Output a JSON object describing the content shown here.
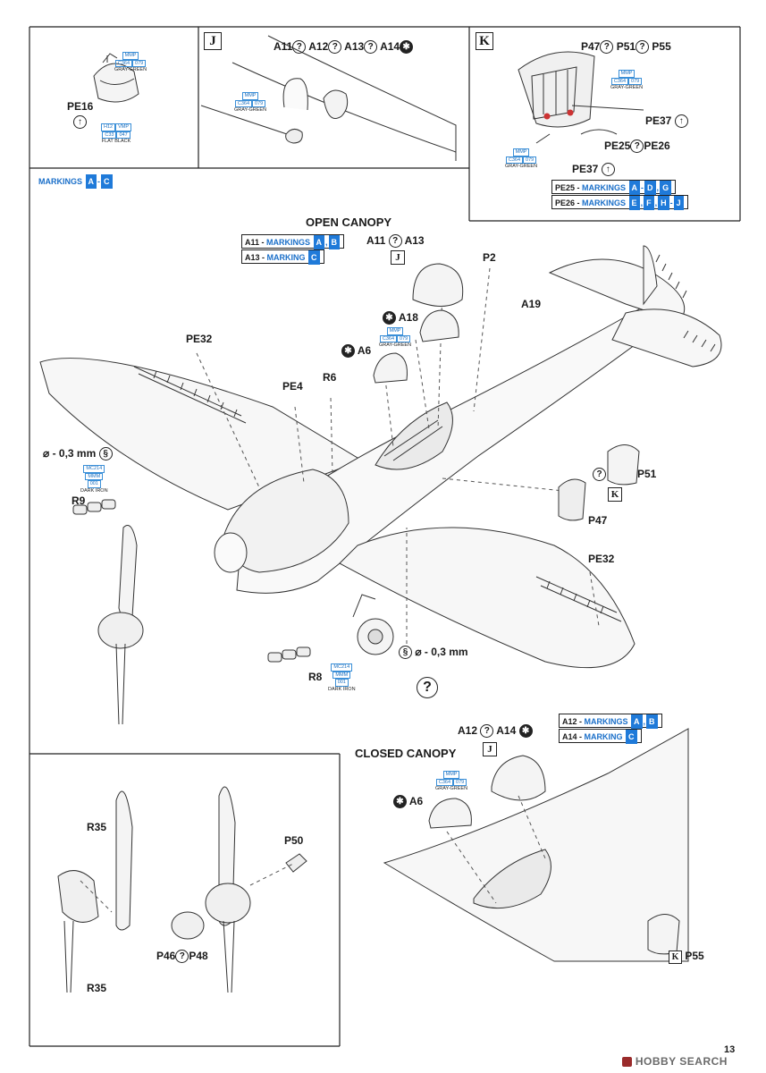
{
  "top_left_panel": {
    "part": "PE16",
    "color1": {
      "code": "C364",
      "mmp": "MMP",
      "num": "079",
      "name": "GRAY-GREEN"
    },
    "color2": {
      "code": "C33",
      "h": "H12",
      "vmp": "VMP",
      "num": "047",
      "name": "FLAT BLACK"
    }
  },
  "panel_j": {
    "letter": "J",
    "parts": [
      "A11",
      "A12",
      "A13",
      "A14"
    ],
    "color": {
      "code": "C364",
      "mmp": "MMP",
      "num": "079",
      "name": "GRAY-GREEN"
    }
  },
  "panel_k": {
    "letter": "K",
    "parts": [
      "P47",
      "P51",
      "P55"
    ],
    "pe37_a": "PE37",
    "pe37_b": "PE37",
    "pe25_26": [
      "PE25",
      "PE26"
    ],
    "color1": {
      "code": "C364",
      "mmp": "MMP",
      "num": "079",
      "name": "GRAY-GREEN"
    },
    "color2": {
      "code": "C364",
      "mmp": "MMP",
      "num": "079",
      "name": "GRAY-GREEN"
    },
    "markings": [
      {
        "part": "PE25",
        "text": "MARKINGS",
        "tags": [
          "A",
          "D",
          "G"
        ]
      },
      {
        "part": "PE26",
        "text": "MARKINGS",
        "tags": [
          "E",
          "F",
          "H",
          "J"
        ]
      }
    ]
  },
  "markings_header": {
    "text": "MARKINGS",
    "tags": [
      "A",
      "C"
    ]
  },
  "main": {
    "open_canopy_title": "OPEN CANOPY",
    "closed_canopy_title": "CLOSED CANOPY",
    "open_markings": [
      {
        "part": "A11",
        "text": "MARKINGS",
        "tags": [
          "A",
          "B"
        ]
      },
      {
        "part": "A13",
        "text": "MARKING",
        "tags": [
          "C"
        ]
      }
    ],
    "closed_markings": [
      {
        "part": "A12",
        "text": "MARKINGS",
        "tags": [
          "A",
          "B"
        ]
      },
      {
        "part": "A14",
        "text": "MARKING",
        "tags": [
          "C"
        ]
      }
    ],
    "labels": {
      "a11_a13": [
        "A11",
        "A13"
      ],
      "j1": "J",
      "j2": "J",
      "k1": "K",
      "k2": "K",
      "p2": "P2",
      "a19": "A19",
      "a18": "A18",
      "a6": "A6",
      "a6b": "A6",
      "pe32a": "PE32",
      "pe32b": "PE32",
      "pe4": "PE4",
      "r6": "R6",
      "r8": "R8",
      "r9": "R9",
      "p51": "P51",
      "p47": "P47",
      "p55": "P55",
      "drill1": "- 0,3 mm",
      "drill2": "- 0,3 mm",
      "a12_a14": [
        "A12",
        "A14"
      ]
    },
    "color_iron1": {
      "code": "MC214",
      "mmm": "MMM",
      "num": "001",
      "name": "DARK IRON"
    },
    "color_iron2": {
      "code": "MC214",
      "mmm": "MMM",
      "num": "001",
      "name": "DARK IRON"
    },
    "color_gg1": {
      "code": "C364",
      "mmp": "MMP",
      "num": "079",
      "name": "GRAY-GREEN"
    },
    "color_gg2": {
      "code": "C364",
      "mmp": "MMP",
      "num": "079",
      "name": "GRAY-GREEN"
    }
  },
  "bottom_left": {
    "r35a": "R35",
    "r35b": "R35",
    "p50": "P50",
    "p46_48": [
      "P46",
      "P48"
    ]
  },
  "page_number": "13",
  "watermark": "HOBBY SEARCH"
}
